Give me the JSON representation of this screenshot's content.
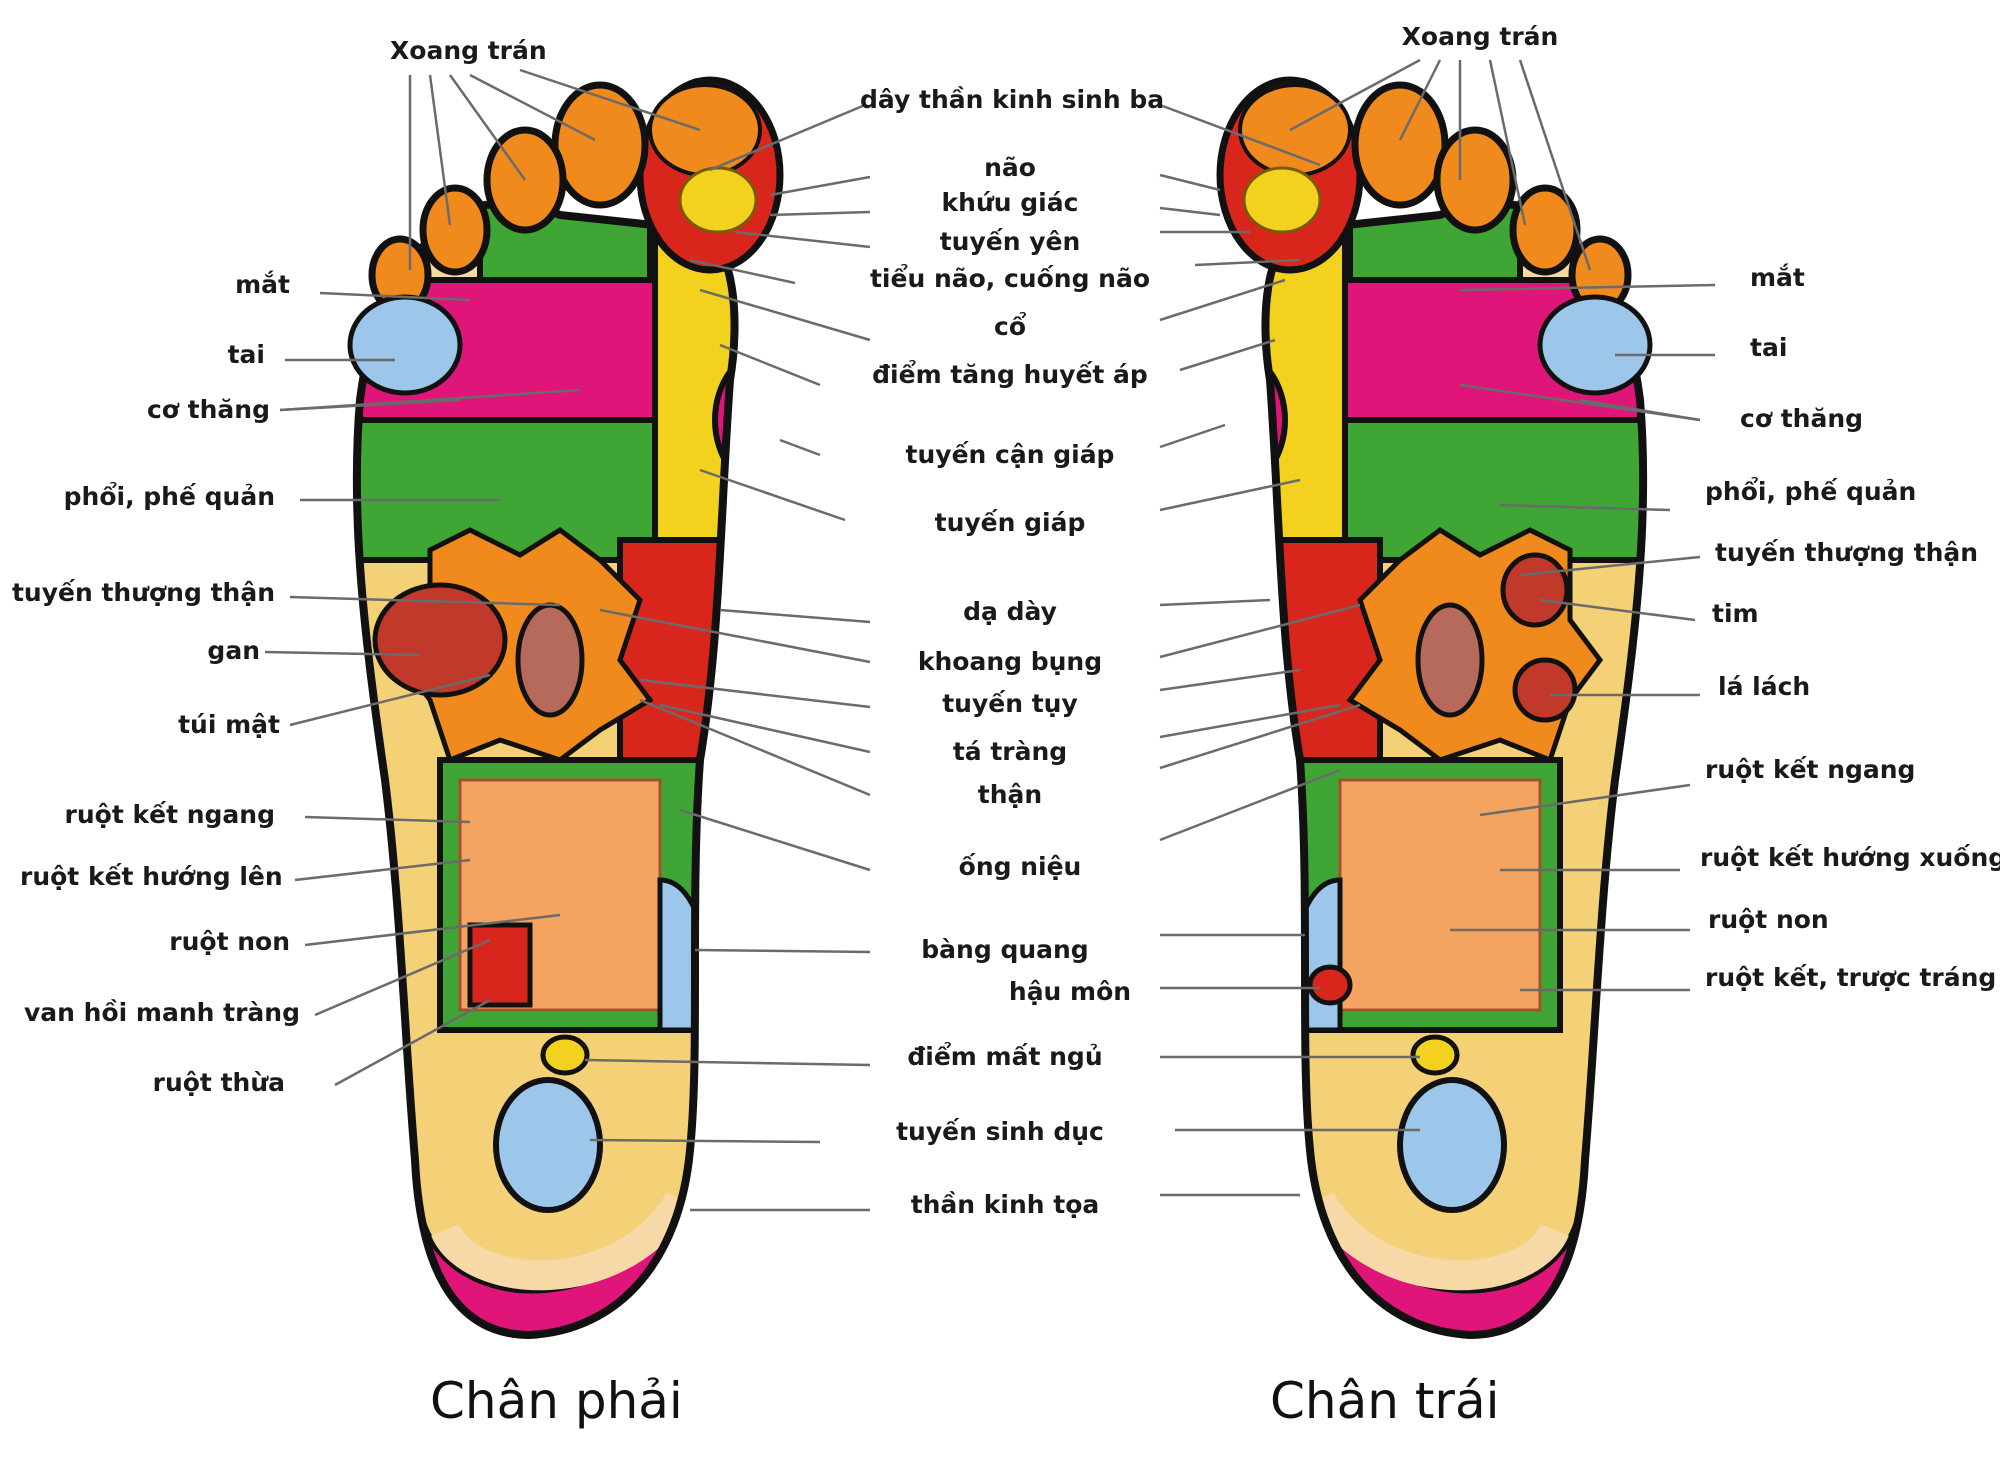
{
  "colors": {
    "skin": "#f7d9a8",
    "outline": "#111111",
    "green": "#3fa535",
    "red": "#d9261c",
    "yellow": "#f2d21e",
    "pink": "#e0157a",
    "orange": "#f08a1c",
    "blue": "#9cc7ea",
    "leader": "#6b6b6b"
  },
  "captions": {
    "right_foot": "Chân phải",
    "left_foot": "Chân trái"
  },
  "labels": {
    "right": {
      "xoang_tran": "Xoang trán",
      "mat": "mắt",
      "tai": "tai",
      "co_thang": "cơ thăng",
      "phoi": "phổi, phế quản",
      "tuyen_thuong_than": "tuyến thượng thận",
      "gan": "gan",
      "tui_mat": "túi mật",
      "ruot_ket_ngang": "ruột kết ngang",
      "ruot_ket_huong_len": "ruột kết hướng lên",
      "ruot_non": "ruột non",
      "van_hoi_manh_trang": "van hồi manh tràng",
      "ruot_thua": "ruột thừa"
    },
    "center": {
      "day_than_kinh": "dây thần kinh sinh ba",
      "nao": "não",
      "khuu_giac": "khứu giác",
      "tuyen_yen": "tuyến yên",
      "tieu_nao": "tiểu não, cuống não",
      "co": "cổ",
      "diem_tang_huyet_ap": "điểm tăng huyết áp",
      "tuyen_can_giap": "tuyến cận giáp",
      "tuyen_giap": "tuyến giáp",
      "da_day": "dạ dày",
      "khoang_bung": "khoang bụng",
      "tuyen_tuy": "tuyến tụy",
      "ta_trang": "tá tràng",
      "than": "thận",
      "ong_nieu": "ống niệu",
      "bang_quang": "bàng quang",
      "hau_mon": "hậu môn",
      "diem_mat_ngu": "điểm mất ngủ",
      "tuyen_sinh_duc": "tuyến sinh dục",
      "than_kinh_toa": "thần kinh tọa"
    },
    "left": {
      "xoang_tran": "Xoang trán",
      "mat": "mắt",
      "tai": "tai",
      "co_thang": "cơ thăng",
      "phoi": "phổi, phế quản",
      "tuyen_thuong_than": "tuyến thượng thận",
      "tim": "tim",
      "la_lach": "lá lách",
      "ruot_ket_ngang": "ruột kết ngang",
      "ruot_ket_huong_xuong": "ruột kết hướng xuống",
      "ruot_non": "ruột non",
      "ruot_ket_truc_trang": "ruột kết, trược tráng"
    }
  }
}
